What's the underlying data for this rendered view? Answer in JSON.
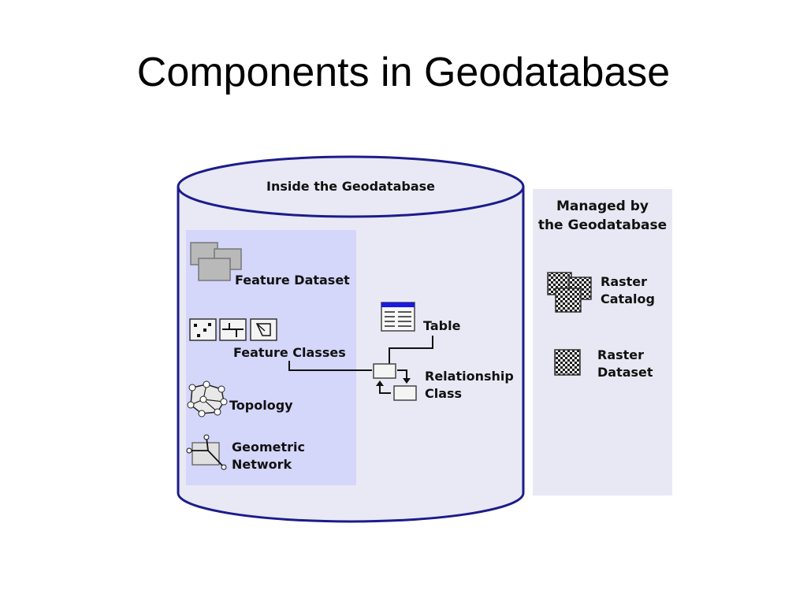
{
  "title": "Components in Geodatabase",
  "colors": {
    "cylinder_fill": "#e9e9f6",
    "cylinder_stroke": "#1c1c8a",
    "inner_panel": "#d4d6fa",
    "managed_panel": "#e8e8f4",
    "table_header": "#1a1ae0"
  },
  "inside": {
    "heading": "Inside the Geodatabase",
    "feature_dataset": "Feature Dataset",
    "feature_classes": "Feature Classes",
    "topology": "Topology",
    "geometric_network": [
      "Geometric",
      "Network"
    ],
    "table": "Table",
    "relationship_class": [
      "Relationship",
      "Class"
    ]
  },
  "managed": {
    "heading": [
      "Managed by",
      "the Geodatabase"
    ],
    "raster_catalog": [
      "Raster",
      "Catalog"
    ],
    "raster_dataset": [
      "Raster",
      "Dataset"
    ]
  },
  "icons": [
    "feature-dataset-icon",
    "point-class-icon",
    "line-class-icon",
    "polygon-class-icon",
    "topology-icon",
    "geometric-network-icon",
    "table-icon",
    "relationship-class-icon",
    "raster-catalog-icon",
    "raster-dataset-icon"
  ]
}
